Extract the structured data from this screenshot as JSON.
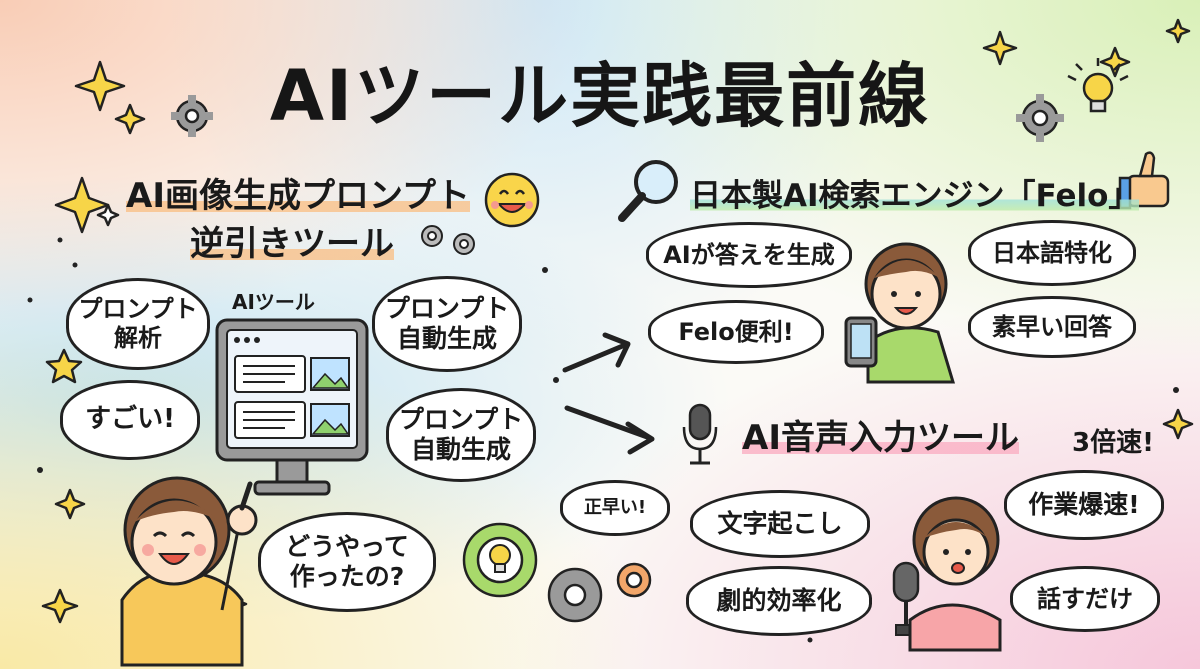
{
  "title": "AIツール実践最前線",
  "section_left": {
    "title_line1": "AI画像生成プロンプト",
    "title_line2": "逆引きツール",
    "monitor_label": "AIツール",
    "bubbles": {
      "prompt_analysis": "プロンプト\n解析",
      "sugoi": "すごい!",
      "auto_gen_top": "プロンプト\n自動生成",
      "auto_gen_bottom": "プロンプト\n自動生成",
      "how_made": "どうやって\n作ったの?",
      "seikaku": "正早い!"
    }
  },
  "section_felo": {
    "title": "日本製AI検索エンジン「Felo」",
    "bubbles": {
      "ai_answer": "AIが答えを生成",
      "japanese": "日本語特化",
      "felo_handy": "Felo便利!",
      "quick_answer": "素早い回答"
    }
  },
  "section_voice": {
    "title": "AI音声入力ツール",
    "speed": "3倍速!",
    "bubbles": {
      "transcribe": "文字起こし",
      "work_fast": "作業爆速!",
      "efficiency": "劇的効率化",
      "just_talk": "話すだけ"
    }
  },
  "icons": [
    "sparkle-icon",
    "gear-icon",
    "lightbulb-icon",
    "smiley-icon",
    "magnifier-icon",
    "thumbs-up-icon",
    "microphone-icon",
    "arrow-icon"
  ],
  "colors": {
    "ink": "#1a1a1a",
    "highlight_orange": "#fabe82",
    "highlight_green": "#a0e1d7",
    "highlight_pink": "#faafc3",
    "sparkle_yellow": "#f7d548"
  }
}
